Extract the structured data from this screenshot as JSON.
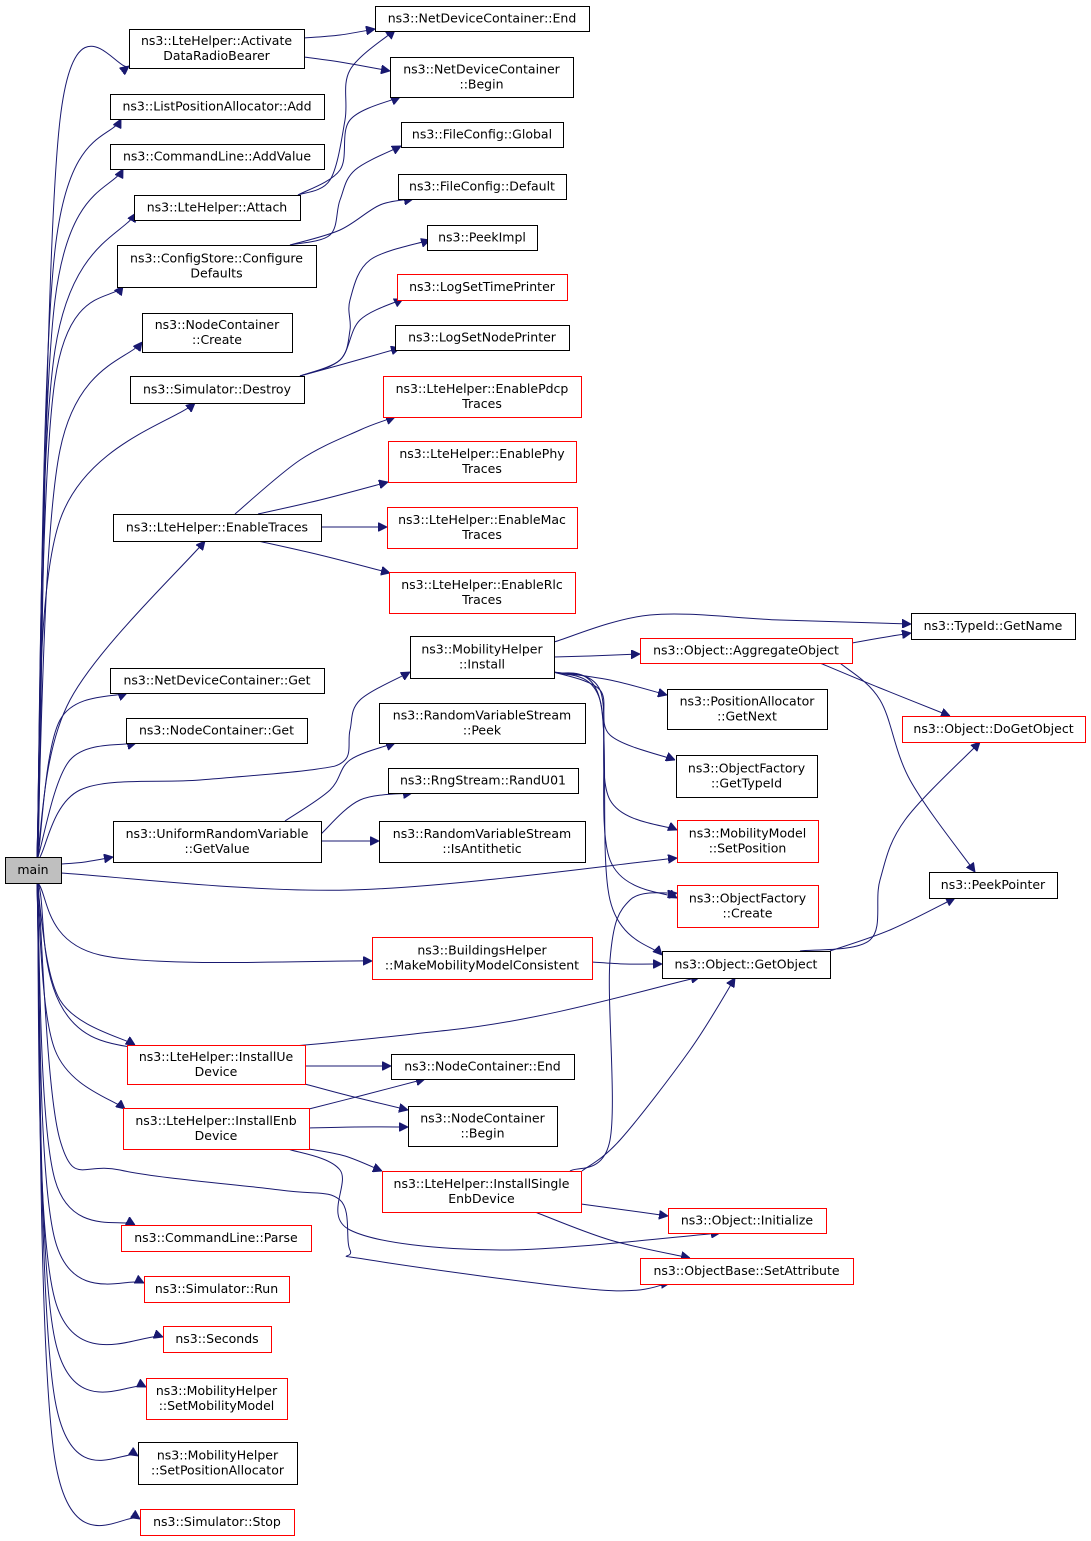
{
  "nodes": [
    {
      "id": "main",
      "lines": [
        "main"
      ],
      "border": "black",
      "root": true
    },
    {
      "id": "activate",
      "lines": [
        "ns3::LteHelper::Activate",
        "DataRadioBearer"
      ],
      "border": "black"
    },
    {
      "id": "listpos",
      "lines": [
        "ns3::ListPositionAllocator::Add"
      ],
      "border": "black"
    },
    {
      "id": "addvalue",
      "lines": [
        "ns3::CommandLine::AddValue"
      ],
      "border": "black"
    },
    {
      "id": "attach",
      "lines": [
        "ns3::LteHelper::Attach"
      ],
      "border": "black"
    },
    {
      "id": "configstore",
      "lines": [
        "ns3::ConfigStore::Configure",
        "Defaults"
      ],
      "border": "black"
    },
    {
      "id": "nccreate",
      "lines": [
        "ns3::NodeContainer",
        "::Create"
      ],
      "border": "black"
    },
    {
      "id": "simdestroy",
      "lines": [
        "ns3::Simulator::Destroy"
      ],
      "border": "black"
    },
    {
      "id": "enabletraces",
      "lines": [
        "ns3::LteHelper::EnableTraces"
      ],
      "border": "black"
    },
    {
      "id": "ndcget",
      "lines": [
        "ns3::NetDeviceContainer::Get"
      ],
      "border": "black"
    },
    {
      "id": "ncget",
      "lines": [
        "ns3::NodeContainer::Get"
      ],
      "border": "black"
    },
    {
      "id": "urvget",
      "lines": [
        "ns3::UniformRandomVariable",
        "::GetValue"
      ],
      "border": "black"
    },
    {
      "id": "buildings",
      "lines": [
        "ns3::BuildingsHelper",
        "::MakeMobilityModelConsistent"
      ],
      "border": "red"
    },
    {
      "id": "installue",
      "lines": [
        "ns3::LteHelper::InstallUe",
        "Device"
      ],
      "border": "red"
    },
    {
      "id": "installenb",
      "lines": [
        "ns3::LteHelper::InstallEnb",
        "Device"
      ],
      "border": "red"
    },
    {
      "id": "parse",
      "lines": [
        "ns3::CommandLine::Parse"
      ],
      "border": "red"
    },
    {
      "id": "simrun",
      "lines": [
        "ns3::Simulator::Run"
      ],
      "border": "red"
    },
    {
      "id": "seconds",
      "lines": [
        "ns3::Seconds"
      ],
      "border": "red"
    },
    {
      "id": "setmobility",
      "lines": [
        "ns3::MobilityHelper",
        "::SetMobilityModel"
      ],
      "border": "red"
    },
    {
      "id": "setposalloc",
      "lines": [
        "ns3::MobilityHelper",
        "::SetPositionAllocator"
      ],
      "border": "black"
    },
    {
      "id": "simstop",
      "lines": [
        "ns3::Simulator::Stop"
      ],
      "border": "red"
    },
    {
      "id": "ndcend",
      "lines": [
        "ns3::NetDeviceContainer::End"
      ],
      "border": "black"
    },
    {
      "id": "ndcbegin",
      "lines": [
        "ns3::NetDeviceContainer",
        "::Begin"
      ],
      "border": "black"
    },
    {
      "id": "fcglobal",
      "lines": [
        "ns3::FileConfig::Global"
      ],
      "border": "black"
    },
    {
      "id": "fcdefault",
      "lines": [
        "ns3::FileConfig::Default"
      ],
      "border": "black"
    },
    {
      "id": "peekimpl",
      "lines": [
        "ns3::PeekImpl"
      ],
      "border": "black"
    },
    {
      "id": "logtime",
      "lines": [
        "ns3::LogSetTimePrinter"
      ],
      "border": "red"
    },
    {
      "id": "lognode",
      "lines": [
        "ns3::LogSetNodePrinter"
      ],
      "border": "black"
    },
    {
      "id": "enpdcp",
      "lines": [
        "ns3::LteHelper::EnablePdcp",
        "Traces"
      ],
      "border": "red"
    },
    {
      "id": "enphy",
      "lines": [
        "ns3::LteHelper::EnablePhy",
        "Traces"
      ],
      "border": "red"
    },
    {
      "id": "enmac",
      "lines": [
        "ns3::LteHelper::EnableMac",
        "Traces"
      ],
      "border": "red"
    },
    {
      "id": "enrlc",
      "lines": [
        "ns3::LteHelper::EnableRlc",
        "Traces"
      ],
      "border": "red"
    },
    {
      "id": "mhinstall",
      "lines": [
        "ns3::MobilityHelper",
        "::Install"
      ],
      "border": "black"
    },
    {
      "id": "rvspeek",
      "lines": [
        "ns3::RandomVariableStream",
        "::Peek"
      ],
      "border": "black"
    },
    {
      "id": "randu01",
      "lines": [
        "ns3::RngStream::RandU01"
      ],
      "border": "black"
    },
    {
      "id": "isanti",
      "lines": [
        "ns3::RandomVariableStream",
        "::IsAntithetic"
      ],
      "border": "black"
    },
    {
      "id": "ncend",
      "lines": [
        "ns3::NodeContainer::End"
      ],
      "border": "black"
    },
    {
      "id": "ncbegin",
      "lines": [
        "ns3::NodeContainer",
        "::Begin"
      ],
      "border": "black"
    },
    {
      "id": "installsingle",
      "lines": [
        "ns3::LteHelper::InstallSingle",
        "EnbDevice"
      ],
      "border": "red"
    },
    {
      "id": "aggregate",
      "lines": [
        "ns3::Object::AggregateObject"
      ],
      "border": "red"
    },
    {
      "id": "posgetnext",
      "lines": [
        "ns3::PositionAllocator",
        "::GetNext"
      ],
      "border": "black"
    },
    {
      "id": "ofgettypeid",
      "lines": [
        "ns3::ObjectFactory",
        "::GetTypeId"
      ],
      "border": "black"
    },
    {
      "id": "mmsetpos",
      "lines": [
        "ns3::MobilityModel",
        "::SetPosition"
      ],
      "border": "red"
    },
    {
      "id": "ofcreate",
      "lines": [
        "ns3::ObjectFactory",
        "::Create"
      ],
      "border": "red"
    },
    {
      "id": "getobject",
      "lines": [
        "ns3::Object::GetObject"
      ],
      "border": "black"
    },
    {
      "id": "objinit",
      "lines": [
        "ns3::Object::Initialize"
      ],
      "border": "red"
    },
    {
      "id": "setattr",
      "lines": [
        "ns3::ObjectBase::SetAttribute"
      ],
      "border": "red"
    },
    {
      "id": "typeidname",
      "lines": [
        "ns3::TypeId::GetName"
      ],
      "border": "black"
    },
    {
      "id": "dogetobject",
      "lines": [
        "ns3::Object::DoGetObject"
      ],
      "border": "red"
    },
    {
      "id": "peekpointer",
      "lines": [
        "ns3::PeekPointer"
      ],
      "border": "black"
    }
  ],
  "edges": [
    [
      "main",
      "activate"
    ],
    [
      "main",
      "listpos"
    ],
    [
      "main",
      "addvalue"
    ],
    [
      "main",
      "attach"
    ],
    [
      "main",
      "configstore"
    ],
    [
      "main",
      "nccreate"
    ],
    [
      "main",
      "simdestroy"
    ],
    [
      "main",
      "enabletraces"
    ],
    [
      "main",
      "ndcget"
    ],
    [
      "main",
      "ncget"
    ],
    [
      "main",
      "urvget"
    ],
    [
      "main",
      "mmsetpos"
    ],
    [
      "main",
      "buildings"
    ],
    [
      "main",
      "getobject"
    ],
    [
      "main",
      "installue"
    ],
    [
      "main",
      "installenb"
    ],
    [
      "main",
      "parse"
    ],
    [
      "main",
      "simrun"
    ],
    [
      "main",
      "seconds"
    ],
    [
      "main",
      "setmobility"
    ],
    [
      "main",
      "setposalloc"
    ],
    [
      "main",
      "simstop"
    ],
    [
      "main",
      "setattr"
    ],
    [
      "main",
      "mhinstall"
    ],
    [
      "activate",
      "ndcend"
    ],
    [
      "activate",
      "ndcbegin"
    ],
    [
      "attach",
      "ndcend"
    ],
    [
      "attach",
      "ndcbegin"
    ],
    [
      "configstore",
      "fcglobal"
    ],
    [
      "configstore",
      "fcdefault"
    ],
    [
      "simdestroy",
      "peekimpl"
    ],
    [
      "simdestroy",
      "logtime"
    ],
    [
      "simdestroy",
      "lognode"
    ],
    [
      "enabletraces",
      "enpdcp"
    ],
    [
      "enabletraces",
      "enphy"
    ],
    [
      "enabletraces",
      "enmac"
    ],
    [
      "enabletraces",
      "enrlc"
    ],
    [
      "urvget",
      "rvspeek"
    ],
    [
      "urvget",
      "randu01"
    ],
    [
      "urvget",
      "isanti"
    ],
    [
      "mhinstall",
      "typeidname"
    ],
    [
      "mhinstall",
      "aggregate"
    ],
    [
      "mhinstall",
      "posgetnext"
    ],
    [
      "mhinstall",
      "ofgettypeid"
    ],
    [
      "mhinstall",
      "mmsetpos"
    ],
    [
      "mhinstall",
      "ofcreate"
    ],
    [
      "mhinstall",
      "getobject"
    ],
    [
      "aggregate",
      "typeidname"
    ],
    [
      "aggregate",
      "dogetobject"
    ],
    [
      "aggregate",
      "peekpointer"
    ],
    [
      "getobject",
      "dogetobject"
    ],
    [
      "getobject",
      "peekpointer"
    ],
    [
      "buildings",
      "getobject"
    ],
    [
      "installue",
      "ncend"
    ],
    [
      "installue",
      "ncbegin"
    ],
    [
      "installenb",
      "ncend"
    ],
    [
      "installenb",
      "ncbegin"
    ],
    [
      "installenb",
      "installsingle"
    ],
    [
      "installenb",
      "objinit"
    ],
    [
      "installsingle",
      "ofcreate"
    ],
    [
      "installsingle",
      "getobject"
    ],
    [
      "installsingle",
      "objinit"
    ],
    [
      "installsingle",
      "setattr"
    ]
  ]
}
